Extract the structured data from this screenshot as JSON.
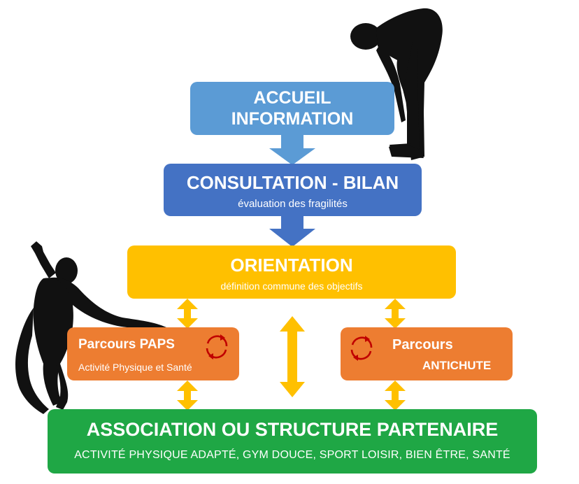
{
  "accueil": {
    "line1": "ACCUEIL",
    "line2": "INFORMATION"
  },
  "consultation": {
    "title": "CONSULTATION - BILAN",
    "subtitle": "évaluation des fragilités"
  },
  "orientation": {
    "title": "ORIENTATION",
    "subtitle": "définition commune des objectifs"
  },
  "paps": {
    "title": "Parcours PAPS",
    "subtitle": "Activité Physique et Santé"
  },
  "antichute": {
    "title": "Parcours",
    "subtitle": "ANTICHUTE"
  },
  "association": {
    "title": "ASSOCIATION OU STRUCTURE PARTENAIRE",
    "subtitle": "ACTIVITÉ PHYSIQUE ADAPTÉ, GYM DOUCE, SPORT LOISIR, BIEN ÊTRE, SANTÉ"
  },
  "colors": {
    "accueil": "#5b9bd5",
    "consultation": "#4472c4",
    "orientation": "#ffc000",
    "parcours": "#ed7d31",
    "association": "#1fa745",
    "cycle_icon": "#c00000",
    "silhouette": "#111111"
  },
  "icons": [
    "cycle-arrows-icon",
    "double-arrow-icon",
    "person-bending-silhouette",
    "person-jumping-silhouette"
  ]
}
